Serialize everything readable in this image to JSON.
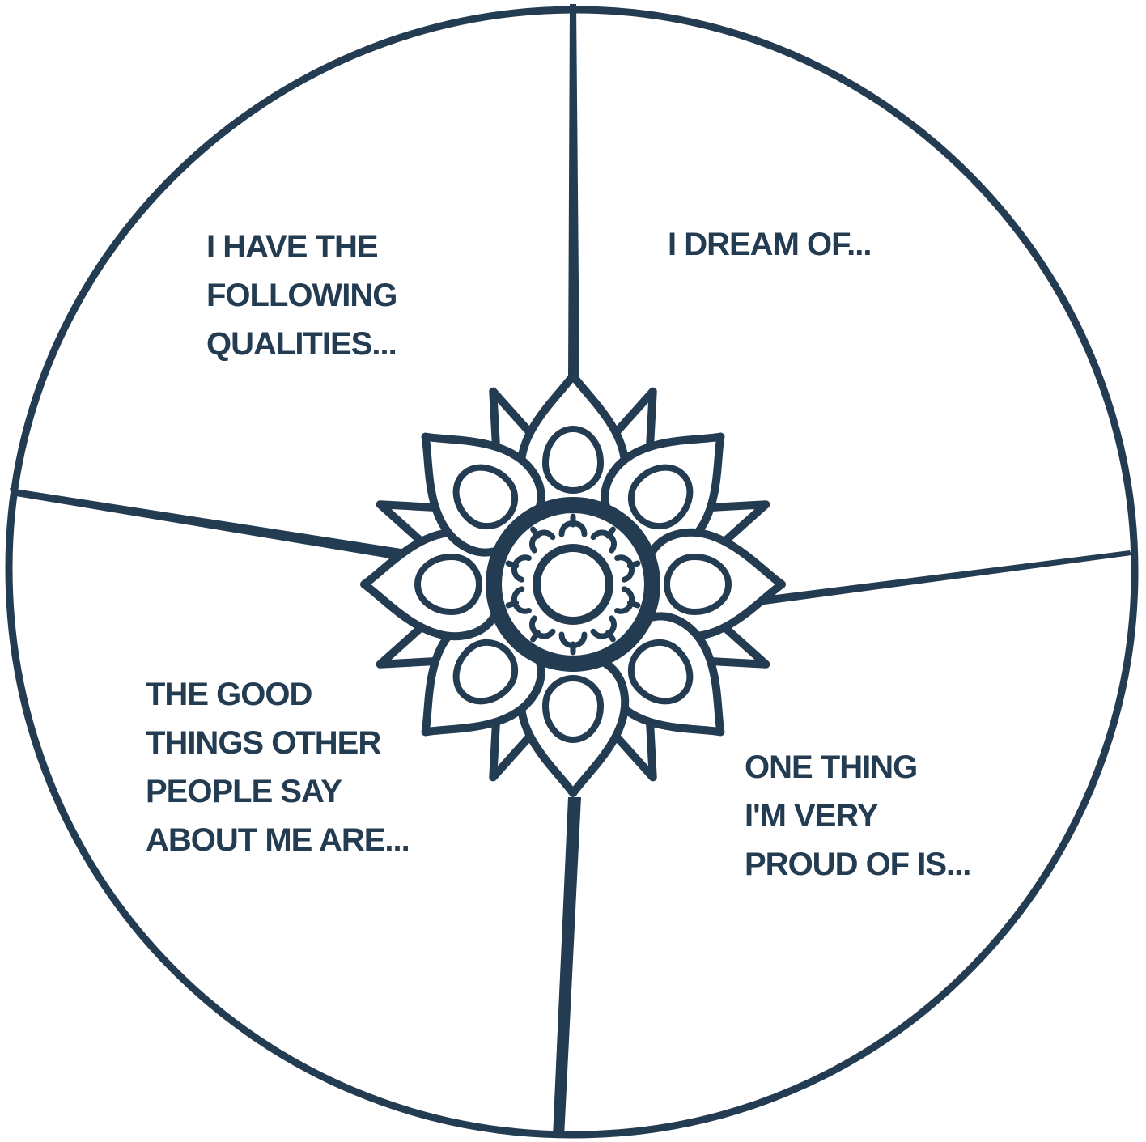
{
  "colors": {
    "ink": "#233c52",
    "paper": "#ffffff"
  },
  "icons": {
    "center": "mandala-flower-icon"
  },
  "quadrants": {
    "top_left": {
      "lines": [
        "I HAVE THE",
        "FOLLOWING",
        "QUALITIES..."
      ]
    },
    "top_right": {
      "lines": [
        "I DREAM OF..."
      ]
    },
    "bottom_left": {
      "lines": [
        "THE GOOD",
        "THINGS OTHER",
        "PEOPLE SAY",
        "ABOUT ME ARE..."
      ]
    },
    "bottom_right": {
      "lines": [
        "ONE THING",
        "I'M VERY",
        "PROUD OF IS..."
      ]
    }
  }
}
